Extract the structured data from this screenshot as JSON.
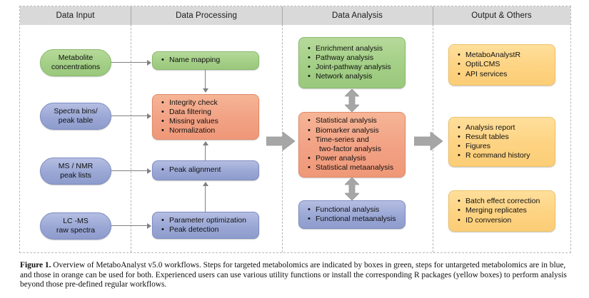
{
  "figure": {
    "columns": [
      {
        "id": "data-input",
        "label": "Data Input"
      },
      {
        "id": "data-processing",
        "label": "Data Processing"
      },
      {
        "id": "data-analysis",
        "label": "Data Analysis"
      },
      {
        "id": "output-others",
        "label": "Output & Others"
      }
    ],
    "colors": {
      "green": "#a3cf86",
      "blue": "#9aa7d5",
      "orange": "#f2a184",
      "yellow": "#fdd382",
      "header_band": "#d9d9d9",
      "arrow_gray": "#a6a6a6",
      "connector_gray": "#808080",
      "frame_border": "#b9b9b9"
    },
    "boxes": {
      "input_metabolite": {
        "color": "green",
        "lines": [
          "Metabolite",
          "concentrations"
        ]
      },
      "input_spectra": {
        "color": "blue",
        "lines": [
          "Spectra bins/",
          "peak table"
        ]
      },
      "input_msnmr": {
        "color": "blue",
        "lines": [
          "MS / NMR",
          "peak lists"
        ]
      },
      "input_lcms": {
        "color": "blue",
        "lines": [
          "LC -MS",
          "raw spectra"
        ]
      },
      "proc_name_mapping": {
        "color": "green",
        "items": [
          "Name mapping"
        ]
      },
      "proc_integrity": {
        "color": "orange",
        "items": [
          "Integrity check",
          "Data filtering",
          "Missing values",
          "Normalization"
        ]
      },
      "proc_peak_align": {
        "color": "blue",
        "items": [
          "Peak alignment"
        ]
      },
      "proc_param_opt": {
        "color": "blue",
        "items": [
          "Parameter optimization",
          "Peak detection"
        ]
      },
      "analysis_enrichment": {
        "color": "green",
        "items": [
          "Enrichment analysis",
          "Pathway analysis",
          "Joint-pathway analysis",
          "Network analysis"
        ]
      },
      "analysis_statistical": {
        "color": "orange",
        "items": [
          "Statistical analysis",
          "Biomarker analysis",
          "Time-series and",
          "two-factor analysis",
          "Power analysis",
          "Statistical metaanalysis"
        ]
      },
      "analysis_functional": {
        "color": "blue",
        "items": [
          "Functional analysis",
          "Functional metaanalysis"
        ]
      },
      "output_tools": {
        "color": "yellow",
        "items": [
          "MetaboAnalystR",
          "OptiLCMS",
          "API services"
        ]
      },
      "output_reports": {
        "color": "yellow",
        "items": [
          "Analysis report",
          "Result tables",
          "Figures",
          "R command history"
        ]
      },
      "output_utility": {
        "color": "yellow",
        "items": [
          "Batch effect correction",
          "Merging replicates",
          "ID conversion"
        ]
      }
    }
  },
  "caption": {
    "label": "Figure 1.",
    "text": " Overview of MetaboAnalyst v5.0 workflows. Steps for targeted metabolomics are indicated by boxes in green, steps for untargeted metabolomics are in blue, and those in orange can be used for both. Experienced users can use various utility functions or install the corresponding R packages (yellow boxes) to perform analysis beyond those pre-defined regular workflows."
  }
}
